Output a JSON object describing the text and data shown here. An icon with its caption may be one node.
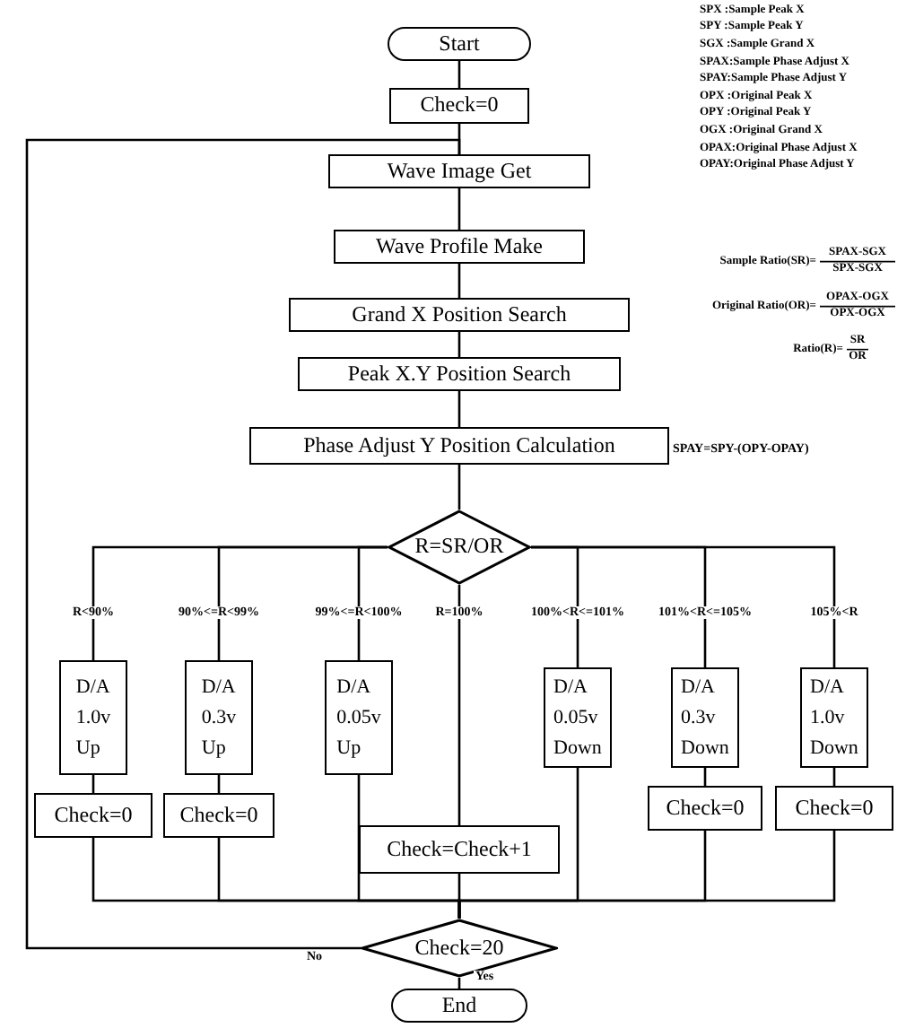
{
  "diagram": {
    "nodes": [
      {
        "text": [
          "Start"
        ]
      },
      {
        "text": [
          "Check=0"
        ]
      },
      {
        "text": [
          "Wave Image Get"
        ]
      },
      {
        "text": [
          "Wave Profile Make"
        ]
      },
      {
        "text": [
          "Grand X Position Search"
        ]
      },
      {
        "text": [
          "Peak X.Y Position Search"
        ]
      },
      {
        "text": [
          "Phase Adjust Y Position Calculation"
        ],
        "beside": [
          "SPAY=SPY-(OPY-OPAY)"
        ]
      },
      {
        "text": [
          "R=SR/OR"
        ]
      },
      {
        "text": [
          "D/A 1.0v Up"
        ]
      },
      {
        "text": [
          "D/A 0.3v Up"
        ]
      },
      {
        "text": [
          "D/A 0.05v Up"
        ]
      },
      {
        "text": [
          "D/A 0.05v Down"
        ]
      },
      {
        "text": [
          "D/A 0.3v Down"
        ]
      },
      {
        "text": [
          "D/A 1.0v Down"
        ]
      },
      {
        "text": [
          "Check=0"
        ]
      },
      {
        "text": [
          "Check=0"
        ]
      },
      {
        "text": [
          "Check=Check+1"
        ]
      },
      {
        "text": [
          "Check=0"
        ]
      },
      {
        "text": [
          "Check=0"
        ]
      },
      {
        "text": [
          "Check=20"
        ]
      },
      {
        "text": [
          "End"
        ]
      }
    ],
    "edges": [
      {
        "from": 0,
        "to": 1,
        "arrow": "none"
      },
      {
        "from": 1,
        "to": 2,
        "arrow": "none"
      },
      {
        "from": 2,
        "to": 3,
        "arrow": "none"
      },
      {
        "from": 3,
        "to": 4,
        "arrow": "none"
      },
      {
        "from": 4,
        "to": 5,
        "arrow": "none"
      },
      {
        "from": 5,
        "to": 6,
        "arrow": "none"
      },
      {
        "from": 6,
        "to": 7,
        "arrow": "none"
      },
      {
        "from": 7,
        "to": 8,
        "label": "R<90%",
        "arrow": "none"
      },
      {
        "from": 7,
        "to": 9,
        "label": "90%<=R<99%",
        "arrow": "none"
      },
      {
        "from": 7,
        "to": 10,
        "label": "99%<=R<100%",
        "arrow": "none"
      },
      {
        "from": 7,
        "to": 16,
        "label": "R=100%",
        "arrow": "none"
      },
      {
        "from": 7,
        "to": 11,
        "label": "100%<R<=101%",
        "arrow": "none"
      },
      {
        "from": 7,
        "to": 12,
        "label": "101%<R<=105%",
        "arrow": "none"
      },
      {
        "from": 7,
        "to": 13,
        "label": "105%<R",
        "arrow": "none"
      },
      {
        "from": 8,
        "to": 14,
        "arrow": "none"
      },
      {
        "from": 9,
        "to": 15,
        "arrow": "none"
      },
      {
        "from": 12,
        "to": 17,
        "arrow": "none"
      },
      {
        "from": 13,
        "to": 18,
        "arrow": "none"
      },
      {
        "from": 14,
        "to": 19,
        "arrow": "none"
      },
      {
        "from": 15,
        "to": 19,
        "arrow": "none"
      },
      {
        "from": 10,
        "to": 19,
        "arrow": "none"
      },
      {
        "from": 16,
        "to": 19,
        "arrow": "none"
      },
      {
        "from": 11,
        "to": 19,
        "arrow": "none"
      },
      {
        "from": 17,
        "to": 19,
        "arrow": "none"
      },
      {
        "from": 18,
        "to": 19,
        "arrow": "none"
      },
      {
        "from": 19,
        "to": 2,
        "label": "No",
        "arrow": "none"
      },
      {
        "from": 19,
        "to": 20,
        "label": "Yes",
        "arrow": "none"
      }
    ],
    "labels": [
      "SPX :Sample Peak X",
      "SPY :Sample Peak Y",
      "SGX :Sample Grand X",
      "SPAX:Sample Phase Adjust X",
      "SPAY:Sample Phase Adjust Y",
      "OPX :Original Peak X",
      "OPY :Original Peak Y",
      "OGX :Original Grand X",
      "OPAX:Original Phase Adjust X",
      "OPAY:Original Phase Adjust Y",
      "Sample Ratio(SR)=",
      "SPAX-SGX",
      "SPX-SGX",
      "Original Ratio(OR)=",
      "OPAX-OGX",
      "OPX-OGX",
      "Ratio(R)=",
      "SR",
      "OR"
    ]
  }
}
